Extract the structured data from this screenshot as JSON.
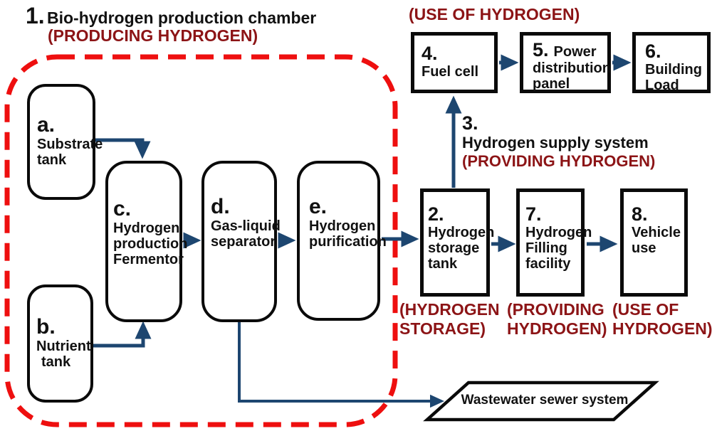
{
  "colors": {
    "dark_red": "#8C1416",
    "dash_red": "#EE0F0F",
    "arrow_navy": "#1D4670",
    "line_black": "#0A0A0A",
    "text_black": "#111111"
  },
  "header": {
    "number": "1.",
    "title": "Bio-hydrogen production chamber",
    "subtitle": "(PRODUCING HYDROGEN)"
  },
  "use_of_hydrogen_top": "(USE OF HYDROGEN)",
  "supply": {
    "number": "3.",
    "title": "Hydrogen supply system",
    "subtitle": "(PROVIDING HYDROGEN)"
  },
  "chamber_boxes": {
    "substrate": {
      "label": "a.",
      "lines": [
        "Substrate",
        "tank"
      ]
    },
    "nutrient": {
      "label": "b.",
      "lines": [
        "Nutrient",
        "tank"
      ]
    },
    "fermentor": {
      "label": "c.",
      "lines": [
        "Hydrogen",
        "production",
        "Fermentor"
      ]
    },
    "separator": {
      "label": "d.",
      "lines": [
        "Gas-liquid",
        "separator"
      ]
    },
    "purification": {
      "label": "e.",
      "lines": [
        "Hydrogen",
        "purification"
      ]
    }
  },
  "system_boxes": {
    "storage": {
      "label": "2.",
      "lines": [
        "Hydrogen",
        "storage",
        "tank"
      ]
    },
    "fuel_cell": {
      "label": "4.",
      "lines": [
        "Fuel cell"
      ]
    },
    "power_panel": {
      "label": "5.",
      "inline": "Power",
      "lines": [
        "distribution",
        "panel"
      ]
    },
    "building_load": {
      "label": "6.",
      "lines": [
        "Building",
        "Load"
      ]
    },
    "filling": {
      "label": "7.",
      "lines": [
        "Hydrogen",
        "Filling",
        "facility"
      ]
    },
    "vehicle": {
      "label": "8.",
      "lines": [
        "Vehicle",
        "use"
      ]
    }
  },
  "captions": {
    "storage": [
      "(HYDROGEN",
      "STORAGE)"
    ],
    "filling": [
      "(PROVIDING",
      "HYDROGEN)"
    ],
    "vehicle": [
      "(USE OF",
      "HYDROGEN)"
    ]
  },
  "wastewater": "Wastewater sewer system"
}
